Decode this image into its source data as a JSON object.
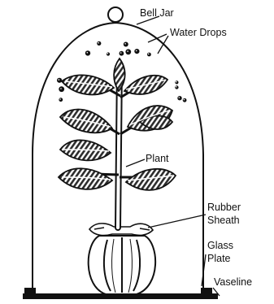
{
  "labels": {
    "bell_jar": "Bell Jar",
    "water_drops": "Water Drops",
    "plant": "Plant",
    "rubber_sheath_line1": "Rubber",
    "rubber_sheath_line2": "Sheath",
    "glass_plate_line1": "Glass",
    "glass_plate_line2": "Plate",
    "vaseline": "Vaseline"
  },
  "colors": {
    "ink": "#111111",
    "paper": "#ffffff",
    "leaf_dark": "#333333"
  }
}
